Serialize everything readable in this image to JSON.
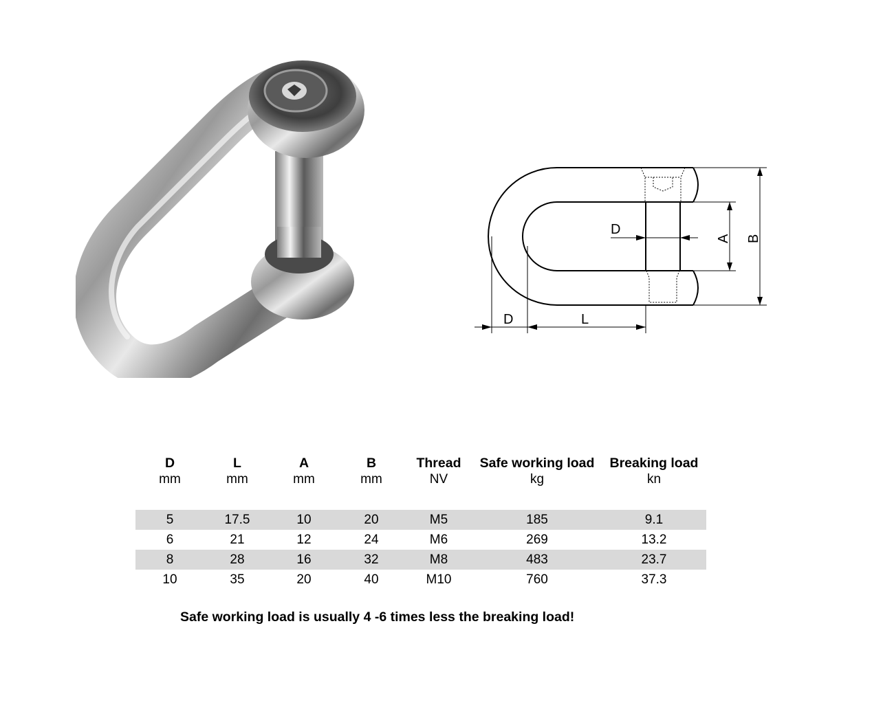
{
  "product": {
    "photo_alt": "stainless steel D-shackle with countersunk hex socket pin",
    "drawing_labels": {
      "pin_diameter": "D",
      "inner_width": "A",
      "outer_width": "B",
      "bar_diameter": "D",
      "inner_length": "L"
    }
  },
  "table": {
    "columns": [
      {
        "name": "D",
        "unit": "mm"
      },
      {
        "name": "L",
        "unit": "mm"
      },
      {
        "name": "A",
        "unit": "mm"
      },
      {
        "name": "B",
        "unit": "mm"
      },
      {
        "name": "Thread",
        "unit": "NV"
      },
      {
        "name": "Safe working load",
        "unit": "kg"
      },
      {
        "name": "Breaking load",
        "unit": "kn"
      }
    ],
    "rows": [
      [
        "5",
        "17.5",
        "10",
        "20",
        "M5",
        "185",
        "9.1"
      ],
      [
        "6",
        "21",
        "12",
        "24",
        "M6",
        "269",
        "13.2"
      ],
      [
        "8",
        "28",
        "16",
        "32",
        "M8",
        "483",
        "23.7"
      ],
      [
        "10",
        "35",
        "20",
        "40",
        "M10",
        "760",
        "37.3"
      ]
    ],
    "shade_color": "#d9d9d9"
  },
  "note": "Safe working load is usually 4 -6 times less the breaking load!"
}
